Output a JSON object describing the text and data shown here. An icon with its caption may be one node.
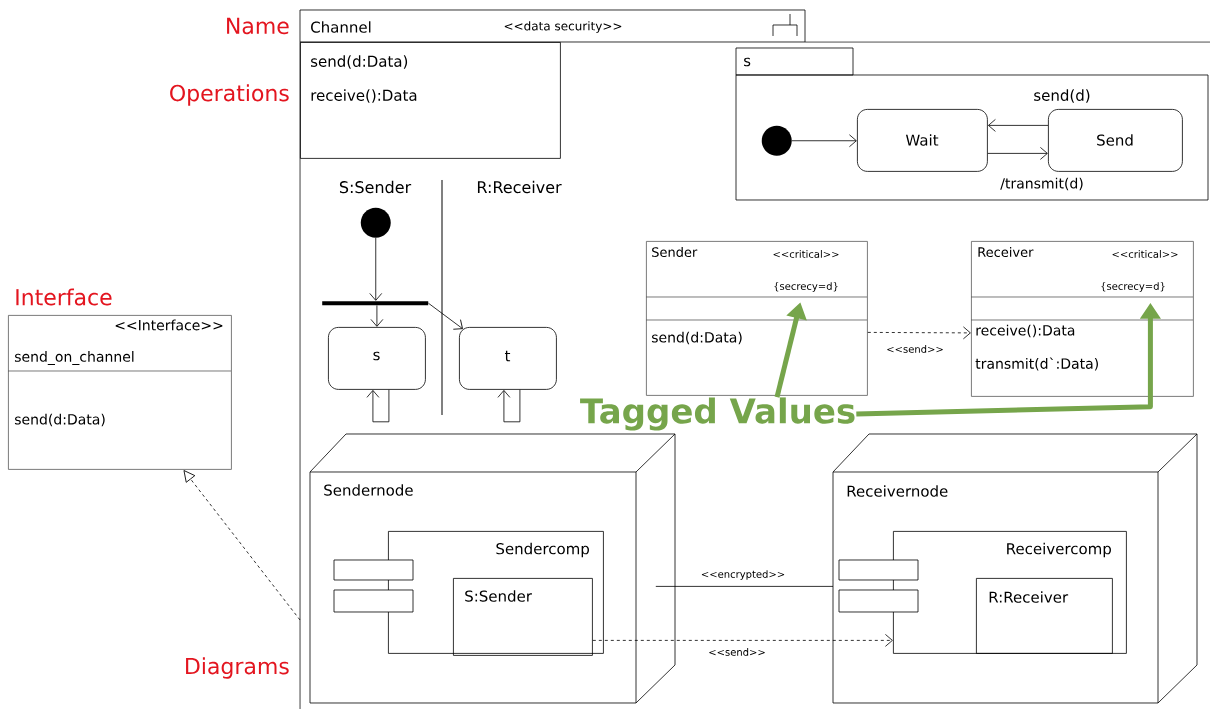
{
  "diagram": {
    "nodes": [
      {
        "text": [
          "Channel",
          "<<data security>>"
        ]
      },
      {
        "text": [
          "send(d:Data)",
          "receive():Data"
        ],
        "in": 0
      },
      {
        "text": [
          "s"
        ],
        "in": 0
      },
      {
        "text": [],
        "shape": "circle",
        "in": 2
      },
      {
        "text": [
          "Wait"
        ],
        "in": 2
      },
      {
        "text": [
          "Send"
        ],
        "in": 2
      },
      {
        "text": [],
        "shape": "circle",
        "in": 0
      },
      {
        "text": [],
        "shape": "bar",
        "in": 0
      },
      {
        "text": [
          "s"
        ],
        "in": 0
      },
      {
        "text": [
          "t"
        ],
        "in": 0
      },
      {
        "text": [
          "Sender",
          "<<critical>>",
          "{secrecy=d}",
          "send(d:Data)"
        ],
        "in": 0
      },
      {
        "text": [
          "Receiver",
          "<<critical>>",
          "{secrecy=d}",
          "receive():Data",
          "transmit(d`:Data)"
        ],
        "in": 0
      },
      {
        "text": [
          "Sendernode"
        ],
        "in": 0
      },
      {
        "text": [
          "Sendercomp"
        ],
        "in": 12
      },
      {
        "text": [
          "S:Sender"
        ],
        "in": 13
      },
      {
        "text": [
          "Receivernode"
        ],
        "in": 0
      },
      {
        "text": [
          "Receivercomp"
        ],
        "in": 15
      },
      {
        "text": [
          "R:Receiver"
        ],
        "in": 16
      },
      {
        "text": [
          "<<Interface>>",
          "send_on_channel",
          "send(d:Data)"
        ]
      },
      {
        "text": [
          "Tagged Values"
        ],
        "in": 0
      }
    ],
    "edges": [
      {
        "from": 3,
        "to": 4,
        "arrow": "to"
      },
      {
        "from": 5,
        "to": 4,
        "arrow": "to",
        "label": "send(d)"
      },
      {
        "from": 4,
        "to": 5,
        "arrow": "to",
        "label": "/transmit(d)"
      },
      {
        "from": 6,
        "to": 7,
        "arrow": "to"
      },
      {
        "from": 7,
        "to": 8,
        "arrow": "to"
      },
      {
        "from": 7,
        "to": 9,
        "arrow": "to"
      },
      {
        "from": 8,
        "to": 8,
        "arrow": "to"
      },
      {
        "from": 9,
        "to": 9,
        "arrow": "to"
      },
      {
        "from": 10,
        "to": 11,
        "arrow": "to",
        "style": "dashed",
        "label": "<<send>>"
      },
      {
        "from": 12,
        "to": 15,
        "arrow": "none",
        "label": "<<encrypted>>"
      },
      {
        "from": 14,
        "to": 16,
        "arrow": "to",
        "style": "dashed",
        "label": "<<send>>"
      },
      {
        "from": 0,
        "to": 18,
        "arrow": "to",
        "style": "dashed"
      },
      {
        "from": 19,
        "to": 10,
        "arrow": "to",
        "style": "thick",
        "color": "#76a54b"
      },
      {
        "from": 19,
        "to": 11,
        "arrow": "to",
        "style": "thick",
        "color": "#76a54b"
      }
    ],
    "labels": [
      "Name",
      "Operations",
      "S:Sender",
      "R:Receiver",
      "Interface",
      "Diagrams"
    ]
  }
}
